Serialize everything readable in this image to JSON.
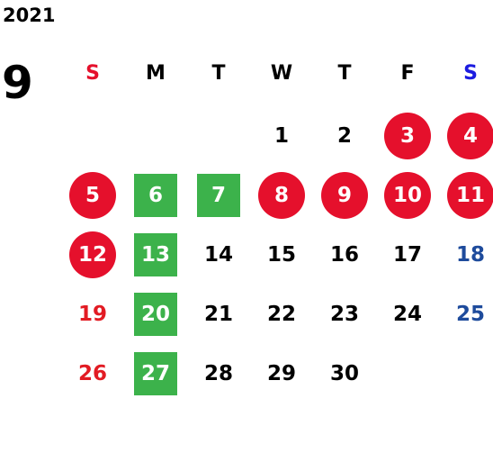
{
  "calendar": {
    "year": "2021",
    "month": "9",
    "weekdays": [
      {
        "label": "S",
        "color": "#e5102c"
      },
      {
        "label": "M",
        "color": "#000000"
      },
      {
        "label": "T",
        "color": "#000000"
      },
      {
        "label": "W",
        "color": "#000000"
      },
      {
        "label": "T",
        "color": "#000000"
      },
      {
        "label": "F",
        "color": "#000000"
      },
      {
        "label": "S",
        "color": "#1b1be0"
      }
    ],
    "weeks": [
      [
        null,
        null,
        null,
        {
          "n": "1"
        },
        {
          "n": "2"
        },
        {
          "n": "3",
          "style": "red-circle"
        },
        {
          "n": "4",
          "style": "red-circle"
        }
      ],
      [
        {
          "n": "5",
          "style": "red-circle"
        },
        {
          "n": "6",
          "style": "green-box"
        },
        {
          "n": "7",
          "style": "green-box"
        },
        {
          "n": "8",
          "style": "red-circle"
        },
        {
          "n": "9",
          "style": "red-circle"
        },
        {
          "n": "10",
          "style": "red-circle"
        },
        {
          "n": "11",
          "style": "red-circle"
        }
      ],
      [
        {
          "n": "12",
          "style": "red-circle"
        },
        {
          "n": "13",
          "style": "green-box"
        },
        {
          "n": "14"
        },
        {
          "n": "15"
        },
        {
          "n": "16"
        },
        {
          "n": "17"
        },
        {
          "n": "18",
          "style": "sat"
        }
      ],
      [
        {
          "n": "19",
          "style": "sun"
        },
        {
          "n": "20",
          "style": "green-box"
        },
        {
          "n": "21"
        },
        {
          "n": "22"
        },
        {
          "n": "23"
        },
        {
          "n": "24"
        },
        {
          "n": "25",
          "style": "sat"
        }
      ],
      [
        {
          "n": "26",
          "style": "sun"
        },
        {
          "n": "27",
          "style": "green-box"
        },
        {
          "n": "28"
        },
        {
          "n": "29"
        },
        {
          "n": "30"
        },
        null,
        null
      ]
    ]
  },
  "colors": {
    "red": "#e5102c",
    "green": "#3cb24b",
    "saturday_blue": "#1e4b9c",
    "sunday_red": "#e21b23"
  }
}
